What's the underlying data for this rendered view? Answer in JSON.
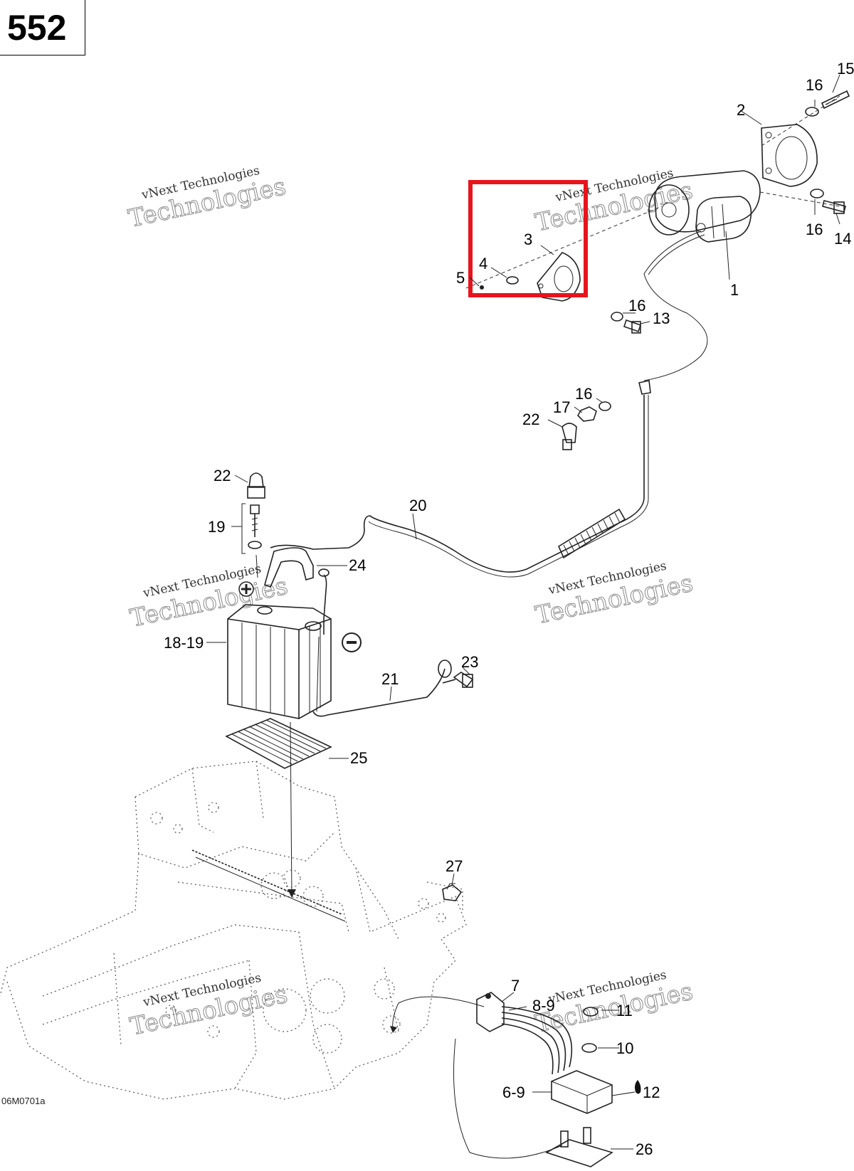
{
  "page_number": "552",
  "figure_code": "06M0701a",
  "watermark": {
    "line1": "vNext Technologies",
    "line2": "Technologies"
  },
  "callouts": [
    {
      "id": "c1",
      "text": "1"
    },
    {
      "id": "c2",
      "text": "2"
    },
    {
      "id": "c3",
      "text": "3"
    },
    {
      "id": "c4",
      "text": "4"
    },
    {
      "id": "c5",
      "text": "5"
    },
    {
      "id": "c6-9",
      "text": "6-9"
    },
    {
      "id": "c7",
      "text": "7"
    },
    {
      "id": "c8-9",
      "text": "8-9"
    },
    {
      "id": "c10",
      "text": "10"
    },
    {
      "id": "c11",
      "text": "11"
    },
    {
      "id": "c12",
      "text": "12"
    },
    {
      "id": "c13",
      "text": "13"
    },
    {
      "id": "c14",
      "text": "14"
    },
    {
      "id": "c15",
      "text": "15"
    },
    {
      "id": "c16a",
      "text": "16"
    },
    {
      "id": "c16b",
      "text": "16"
    },
    {
      "id": "c16c",
      "text": "16"
    },
    {
      "id": "c16d",
      "text": "16"
    },
    {
      "id": "c17",
      "text": "17"
    },
    {
      "id": "c18-19",
      "text": "18-19"
    },
    {
      "id": "c19",
      "text": "19"
    },
    {
      "id": "c20",
      "text": "20"
    },
    {
      "id": "c21",
      "text": "21"
    },
    {
      "id": "c22a",
      "text": "22"
    },
    {
      "id": "c22b",
      "text": "22"
    },
    {
      "id": "c23",
      "text": "23"
    },
    {
      "id": "c24",
      "text": "24"
    },
    {
      "id": "c25",
      "text": "25"
    },
    {
      "id": "c26",
      "text": "26"
    },
    {
      "id": "c27",
      "text": "27"
    }
  ],
  "highlight": {
    "color": "#e8141c"
  }
}
